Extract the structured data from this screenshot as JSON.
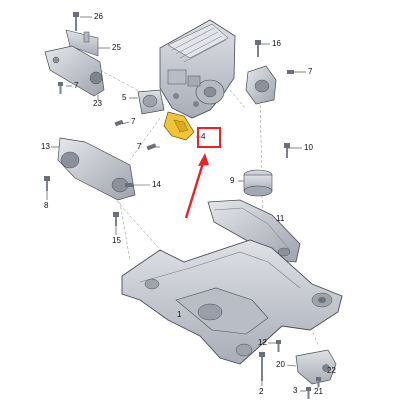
{
  "diagram": {
    "callouts": [
      {
        "id": "c26",
        "text": "26"
      },
      {
        "id": "c25",
        "text": "25"
      },
      {
        "id": "c23",
        "text": "23"
      },
      {
        "id": "c7a",
        "text": "7"
      },
      {
        "id": "c5",
        "text": "5"
      },
      {
        "id": "c7b",
        "text": "7"
      },
      {
        "id": "c7c",
        "text": "7"
      },
      {
        "id": "c13",
        "text": "13"
      },
      {
        "id": "c8",
        "text": "8"
      },
      {
        "id": "c14",
        "text": "14"
      },
      {
        "id": "c15",
        "text": "15"
      },
      {
        "id": "c16",
        "text": "16"
      },
      {
        "id": "c7d",
        "text": "7"
      },
      {
        "id": "c4",
        "text": "4"
      },
      {
        "id": "c10",
        "text": "10"
      },
      {
        "id": "c9",
        "text": "9"
      },
      {
        "id": "c11",
        "text": "11"
      },
      {
        "id": "c1",
        "text": "1"
      },
      {
        "id": "c12",
        "text": "12"
      },
      {
        "id": "c2",
        "text": "2"
      },
      {
        "id": "c20",
        "text": "20"
      },
      {
        "id": "c3",
        "text": "3"
      },
      {
        "id": "c21",
        "text": "21"
      },
      {
        "id": "c22",
        "text": "22"
      }
    ],
    "highlight": {
      "color": "#e8242a",
      "part_color": "#f2c438"
    },
    "part_colors": {
      "metal": "#c9ccd3",
      "metal_dark": "#a4a8b2",
      "outline": "#4a4d55"
    }
  }
}
